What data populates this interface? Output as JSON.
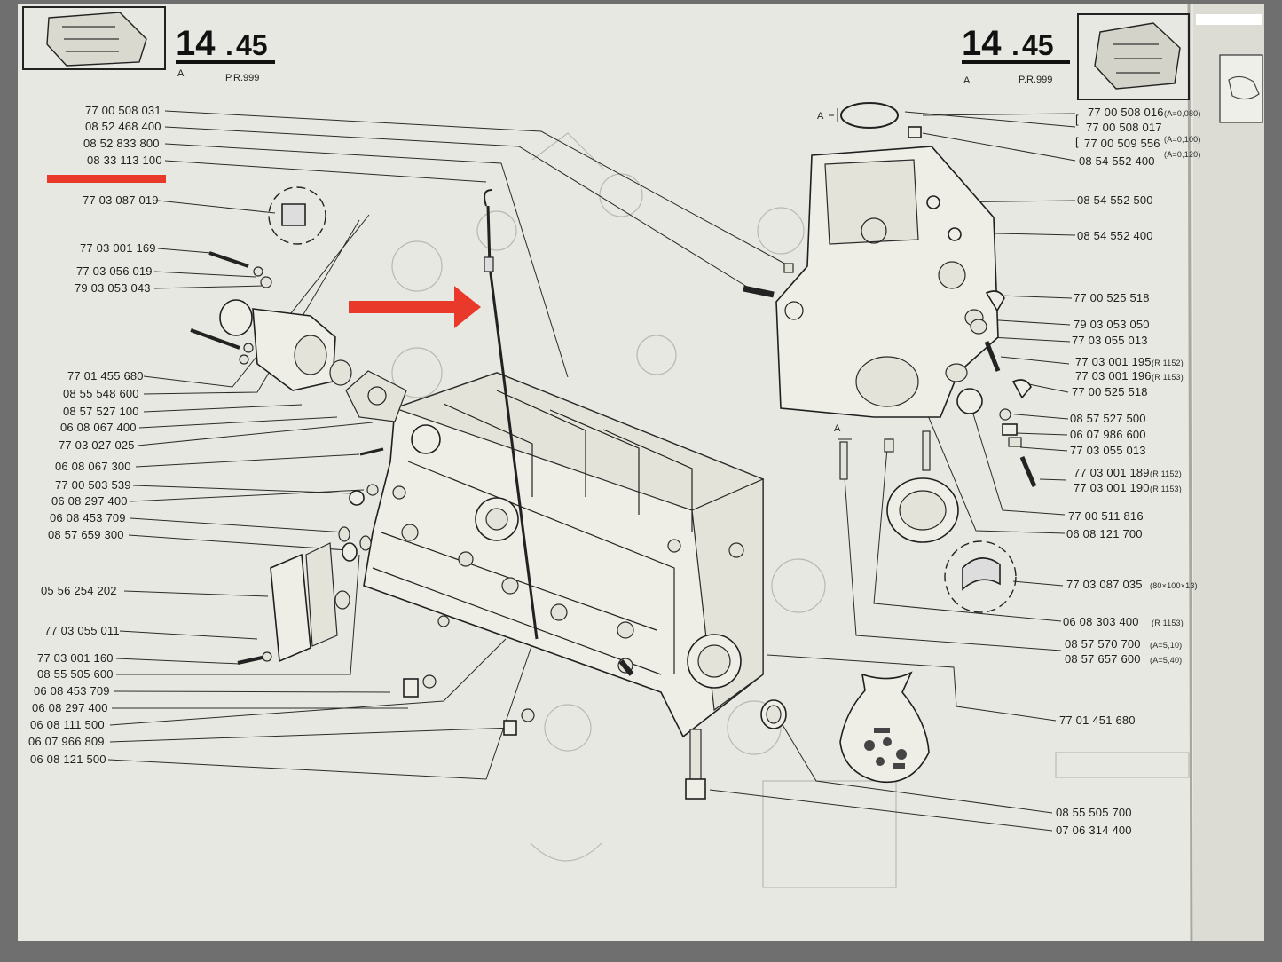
{
  "header_left": {
    "section_number": "14",
    "section_sub": "45",
    "indicator": "A",
    "reference": "P.R.999"
  },
  "header_right": {
    "section_number": "14",
    "section_sub": "45",
    "indicator": "A",
    "reference": "P.R.999"
  },
  "dimension_marker": "A",
  "left_labels": [
    "77 00 508 031",
    "08 52 468 400",
    "08 52 833 800",
    "08 33 113 100",
    "77 03 087 019",
    "77 03 001 169",
    "77 03 056 019",
    "79 03 053 043",
    "77 01 455 680",
    "08 55 548 600",
    "08 57 527 100",
    "06 08 067 400",
    "77 03 027 025",
    "06 08 067 300",
    "77 00 503 539",
    "06 08 297 400",
    "06 08 453 709",
    "08 57 659 300",
    "05 56 254 202",
    "77 03 055 011",
    "77 03 001 160",
    "08 55 505 600",
    "06 08 453 709",
    "06 08 297 400",
    "06 08 111 500",
    "06 07 966 809",
    "06 08 121 500"
  ],
  "right_labels": [
    {
      "code": "77 00 508 016",
      "note": "(A=0,080)"
    },
    {
      "code": "77 00 508 017",
      "note": "(A=0,100)"
    },
    {
      "code": "77 00 509 556",
      "note": "(A=0,120)"
    },
    {
      "code": "08 54 552 400",
      "note": ""
    },
    {
      "code": "08 54 552 500",
      "note": ""
    },
    {
      "code": "08 54 552 400",
      "note": ""
    },
    {
      "code": "77 00 525 518",
      "note": ""
    },
    {
      "code": "79 03 053 050",
      "note": ""
    },
    {
      "code": "77 03 055 013",
      "note": ""
    },
    {
      "code": "77 03 001 195",
      "note": "(R 1152)"
    },
    {
      "code": "77 03 001 196",
      "note": "(R 1153)"
    },
    {
      "code": "77 00 525 518",
      "note": ""
    },
    {
      "code": "08 57 527 500",
      "note": ""
    },
    {
      "code": "06 07 986 600",
      "note": ""
    },
    {
      "code": "77 03 055 013",
      "note": ""
    },
    {
      "code": "77 03 001 189",
      "note": "(R 1152)"
    },
    {
      "code": "77 03 001 190",
      "note": "(R 1153)"
    },
    {
      "code": "77 00 511 816",
      "note": ""
    },
    {
      "code": "06 08 121 700",
      "note": ""
    },
    {
      "code": "77 03 087 035",
      "note": "(80×100×13)"
    },
    {
      "code": "06 08 303 400",
      "note": "(R 1153)"
    },
    {
      "code": "08 57 570 700",
      "note": "(A=5,10)"
    },
    {
      "code": "08 57 657 600",
      "note": "(A=5,40)"
    },
    {
      "code": "77 01 451 680",
      "note": ""
    },
    {
      "code": "08 55 505 700",
      "note": ""
    },
    {
      "code": "07 06 314 400",
      "note": ""
    }
  ],
  "colors": {
    "paper": "#e9e9e3",
    "ink": "#1e1e1e",
    "annotation": "#e8392b",
    "frame": "#6f6f6f"
  },
  "annotations": {
    "highlight": "red-underline",
    "pointer": "red-arrow-right"
  }
}
